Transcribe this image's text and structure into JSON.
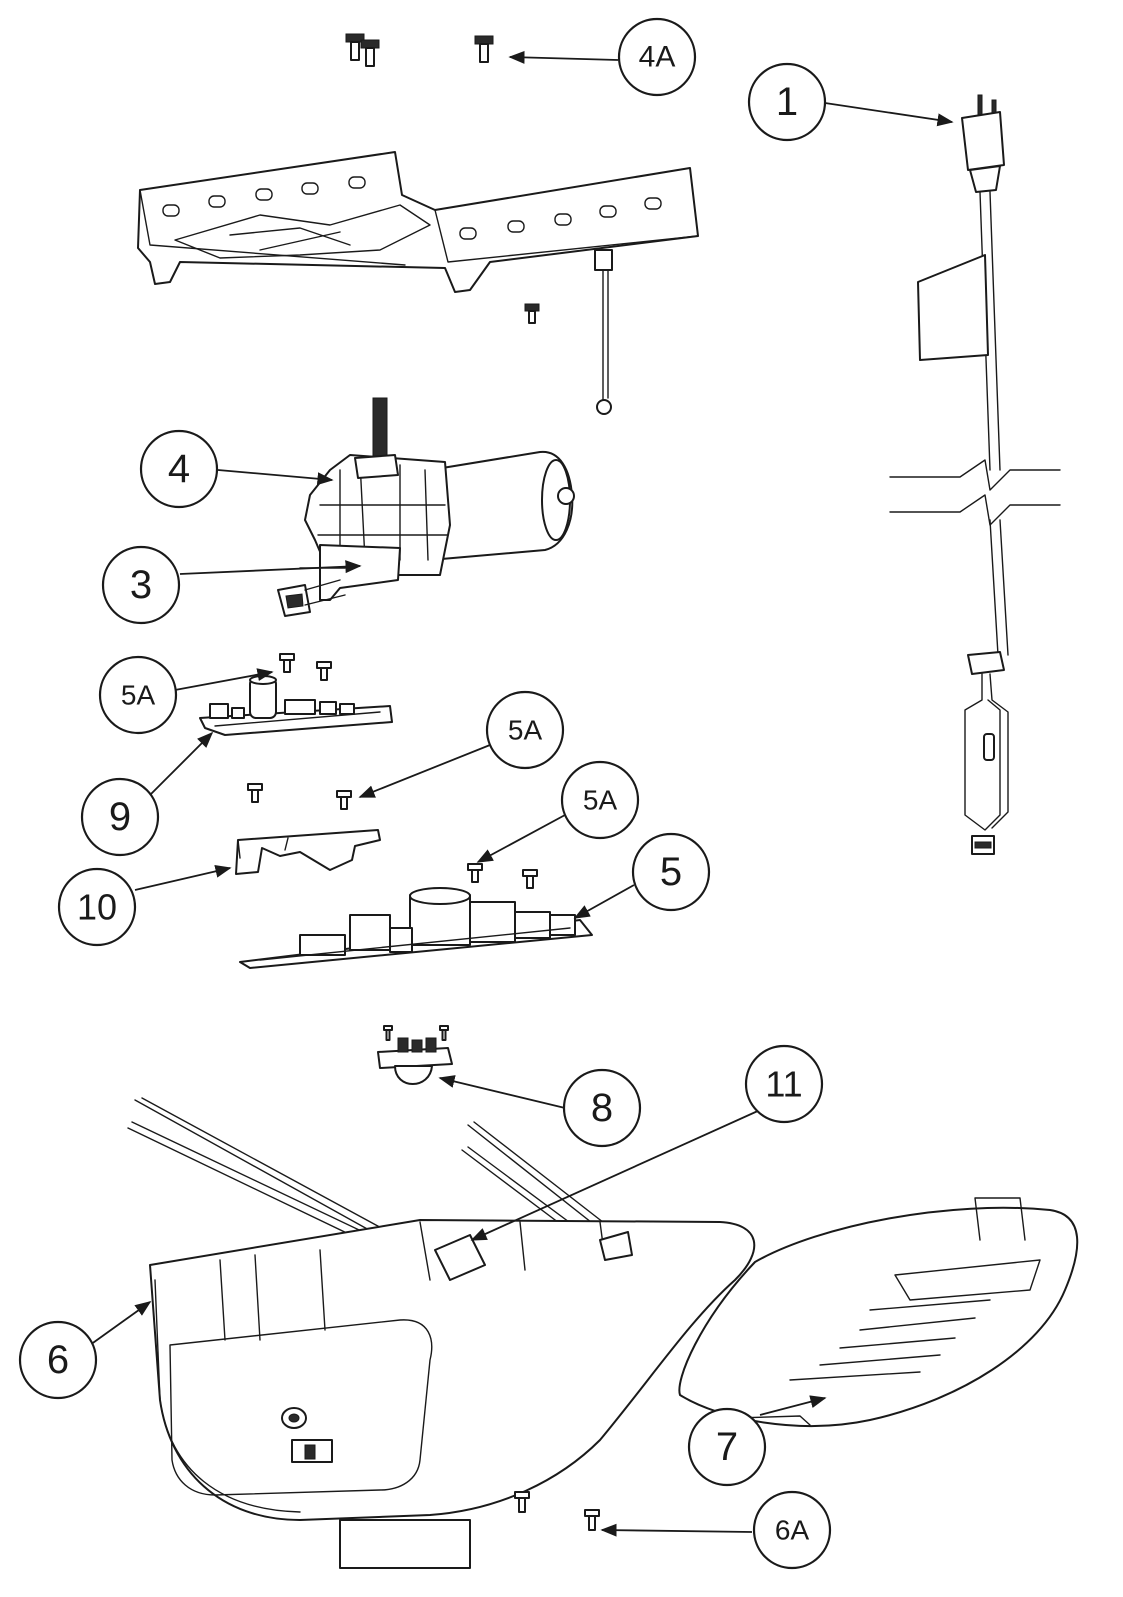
{
  "colors": {
    "line": "#1a1a1a",
    "background": "#ffffff"
  },
  "callouts": [
    {
      "id": "4A",
      "label": "4A"
    },
    {
      "id": "1",
      "label": "1"
    },
    {
      "id": "4",
      "label": "4"
    },
    {
      "id": "3",
      "label": "3"
    },
    {
      "id": "5A-top",
      "label": "5A"
    },
    {
      "id": "5A-mid",
      "label": "5A"
    },
    {
      "id": "9",
      "label": "9"
    },
    {
      "id": "5A-low",
      "label": "5A"
    },
    {
      "id": "5",
      "label": "5"
    },
    {
      "id": "10",
      "label": "10"
    },
    {
      "id": "11",
      "label": "11"
    },
    {
      "id": "8",
      "label": "8"
    },
    {
      "id": "6",
      "label": "6"
    },
    {
      "id": "7",
      "label": "7"
    },
    {
      "id": "6A",
      "label": "6A"
    }
  ]
}
